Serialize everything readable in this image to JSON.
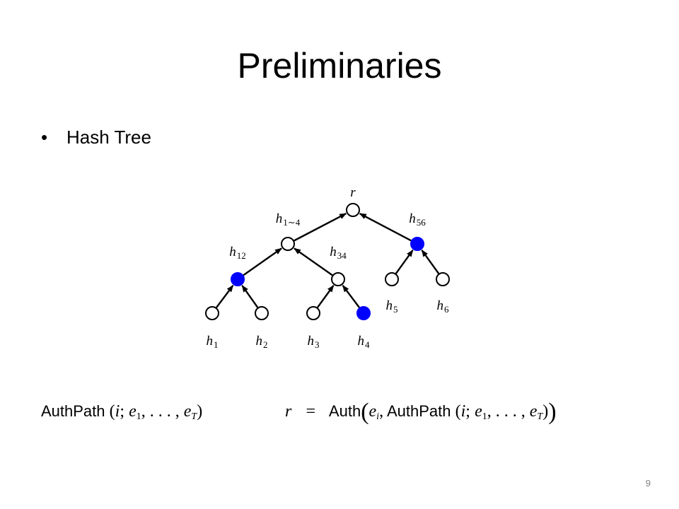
{
  "slide": {
    "title": "Preliminaries",
    "bullet": "Hash Tree",
    "page_number": "9"
  },
  "tree": {
    "colors": {
      "stroke": "#000000",
      "highlight": "#0000ff",
      "fill": "#ffffff"
    },
    "nodes": [
      {
        "id": "r",
        "label_base": "r",
        "label_sub": "",
        "highlight": false
      },
      {
        "id": "h1~4",
        "label_base": "h",
        "label_sub": "1∼4",
        "highlight": false
      },
      {
        "id": "h56",
        "label_base": "h",
        "label_sub": "56",
        "highlight": true
      },
      {
        "id": "h12",
        "label_base": "h",
        "label_sub": "12",
        "highlight": true
      },
      {
        "id": "h34",
        "label_base": "h",
        "label_sub": "34",
        "highlight": false
      },
      {
        "id": "h1",
        "label_base": "h",
        "label_sub": "1",
        "highlight": false
      },
      {
        "id": "h2",
        "label_base": "h",
        "label_sub": "2",
        "highlight": false
      },
      {
        "id": "h3",
        "label_base": "h",
        "label_sub": "3",
        "highlight": false
      },
      {
        "id": "h4",
        "label_base": "h",
        "label_sub": "4",
        "highlight": true
      },
      {
        "id": "h5",
        "label_base": "h",
        "label_sub": "5",
        "highlight": false
      },
      {
        "id": "h6",
        "label_base": "h",
        "label_sub": "6",
        "highlight": false
      }
    ],
    "edges": [
      {
        "from": "h1",
        "to": "h12"
      },
      {
        "from": "h2",
        "to": "h12"
      },
      {
        "from": "h3",
        "to": "h34"
      },
      {
        "from": "h4",
        "to": "h34"
      },
      {
        "from": "h12",
        "to": "h1~4"
      },
      {
        "from": "h34",
        "to": "h1~4"
      },
      {
        "from": "h5",
        "to": "h56"
      },
      {
        "from": "h6",
        "to": "h56"
      },
      {
        "from": "h1~4",
        "to": "r"
      },
      {
        "from": "h56",
        "to": "r"
      }
    ]
  },
  "formulas": {
    "authpath": "AuthPath",
    "args_open": "(",
    "i": "i",
    "sep": ";",
    "e": "e",
    "e1_sub": "1",
    "dots": ", . . . , ",
    "eT_sub": "T",
    "args_close": ")",
    "r": "r",
    "equals": "=",
    "auth": "Auth",
    "big_open": "(",
    "ei_sub": "i",
    "comma": ",",
    "big_close": ")"
  }
}
